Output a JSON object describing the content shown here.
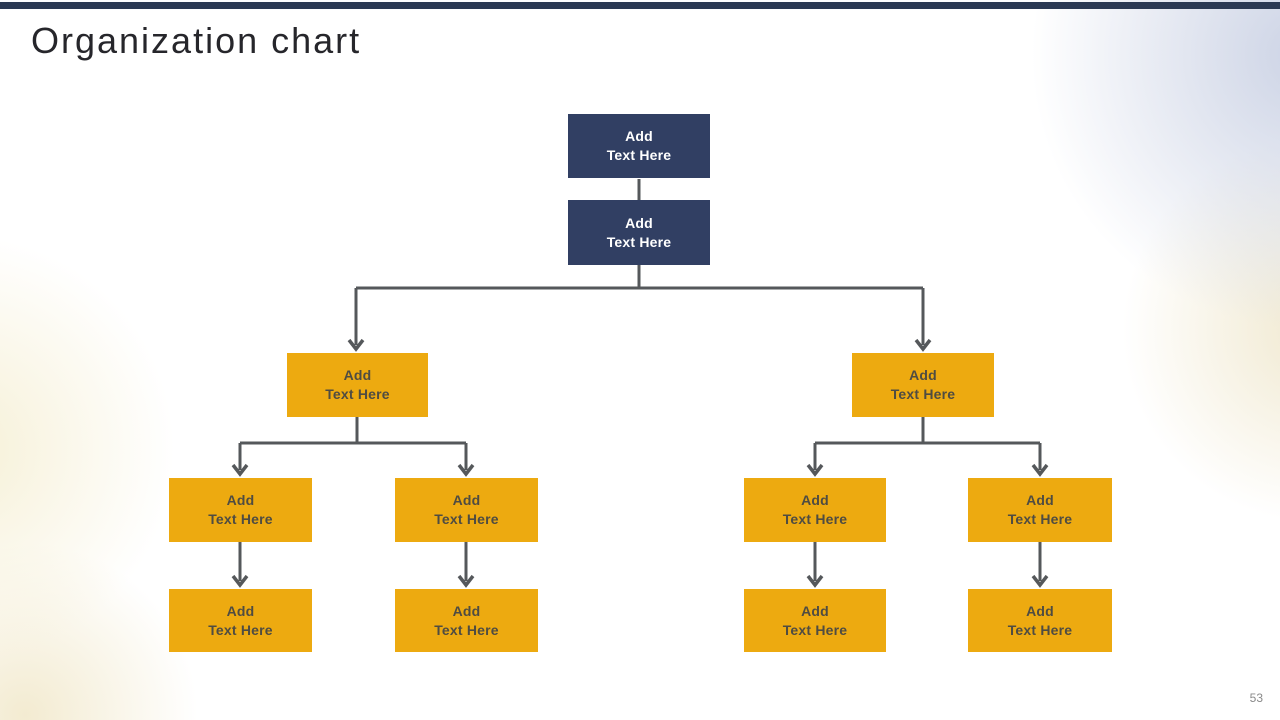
{
  "slide": {
    "title": "Organization chart",
    "page_number": "53"
  },
  "theme": {
    "navy": "#313f63",
    "gold": "#edaa10",
    "connector_gray": "#55585b",
    "gold_box_text": "#4f4c42",
    "navy_box_text": "#ffffff",
    "top_bar": "#2b3953",
    "title_color": "#26262b"
  },
  "org_chart": {
    "levels": 4,
    "nodes": [
      {
        "id": "root",
        "parent": null,
        "style": "navy",
        "line1": "Add",
        "line2": "Text Here"
      },
      {
        "id": "deputy",
        "parent": "root",
        "style": "navy",
        "line1": "Add",
        "line2": "Text Here"
      },
      {
        "id": "branch-left",
        "parent": "deputy",
        "style": "gold",
        "line1": "Add",
        "line2": "Text Here"
      },
      {
        "id": "branch-right",
        "parent": "deputy",
        "style": "gold",
        "line1": "Add",
        "line2": "Text Here"
      },
      {
        "id": "left-child-1",
        "parent": "branch-left",
        "style": "gold",
        "line1": "Add",
        "line2": "Text Here"
      },
      {
        "id": "left-child-2",
        "parent": "branch-left",
        "style": "gold",
        "line1": "Add",
        "line2": "Text Here"
      },
      {
        "id": "right-child-1",
        "parent": "branch-right",
        "style": "gold",
        "line1": "Add",
        "line2": "Text Here"
      },
      {
        "id": "right-child-2",
        "parent": "branch-right",
        "style": "gold",
        "line1": "Add",
        "line2": "Text Here"
      },
      {
        "id": "left-leaf-1",
        "parent": "left-child-1",
        "style": "gold",
        "line1": "Add",
        "line2": "Text Here"
      },
      {
        "id": "left-leaf-2",
        "parent": "left-child-2",
        "style": "gold",
        "line1": "Add",
        "line2": "Text Here"
      },
      {
        "id": "right-leaf-1",
        "parent": "right-child-1",
        "style": "gold",
        "line1": "Add",
        "line2": "Text Here"
      },
      {
        "id": "right-leaf-2",
        "parent": "right-child-2",
        "style": "gold",
        "line1": "Add",
        "line2": "Text Here"
      }
    ]
  }
}
